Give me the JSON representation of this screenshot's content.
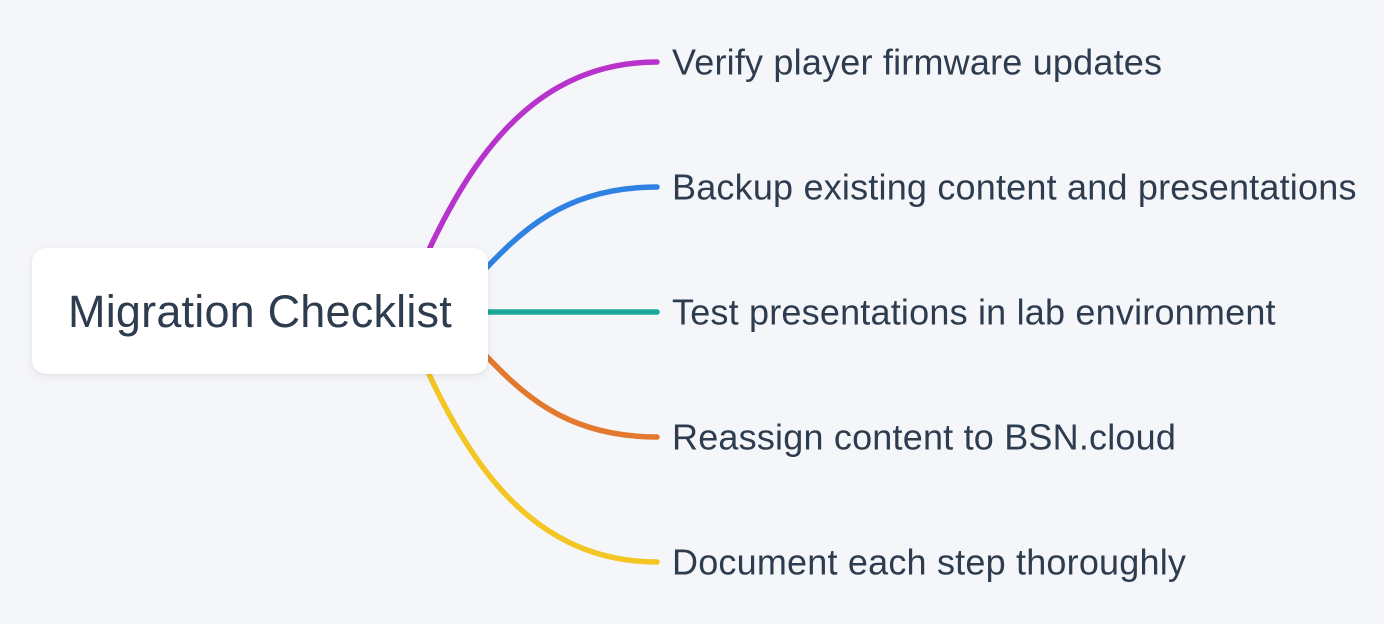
{
  "diagram": {
    "type": "mindmap",
    "root": {
      "label": "Migration Checklist"
    },
    "branches": [
      {
        "label": "Verify player firmware updates",
        "color": "#b733cb"
      },
      {
        "label": "Backup existing content and presentations",
        "color": "#2f82e2"
      },
      {
        "label": "Test presentations in lab environment",
        "color": "#1aa998"
      },
      {
        "label": "Reassign content to BSN.cloud",
        "color": "#e2792f"
      },
      {
        "label": "Document each step thoroughly",
        "color": "#f3c623"
      }
    ],
    "colors": {
      "background": "#f5f6f9",
      "node_background": "#ffffff",
      "text": "#2d3c4e"
    }
  }
}
